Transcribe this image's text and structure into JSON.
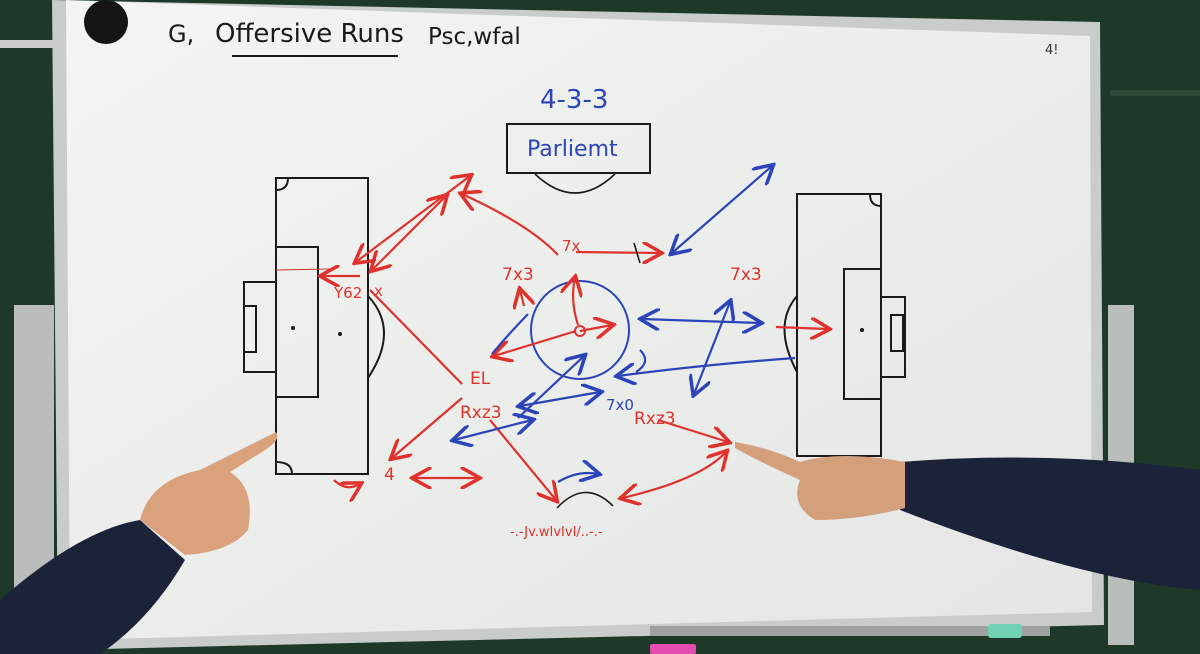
{
  "board": {
    "title_prefix": "G,",
    "title": "Offersive Runs",
    "title_suffix": "Psc,wfal",
    "corner_note": "4!",
    "formation": "4-3-3",
    "box_label": "Parliemt"
  },
  "labels": {
    "left_box": "Y62",
    "left_x": "x",
    "top_center": "7x",
    "left_mid": "7x3",
    "right_mid": "7x3",
    "el": "EL",
    "rxz3_left": "Rxz3",
    "rxz3_right": "Rxz3",
    "center_bottom": "7x0",
    "four": "4",
    "scribble": "-.-Jv.wIvIvI/..-.-"
  },
  "colors": {
    "board": "#eef0ee",
    "wall": "#1f3a2c",
    "red_marker": "#e0322c",
    "blue_marker": "#2b44b8",
    "black_marker": "#1a1a1a",
    "sleeve": "#1b2338",
    "skin": "#d9a27c"
  }
}
